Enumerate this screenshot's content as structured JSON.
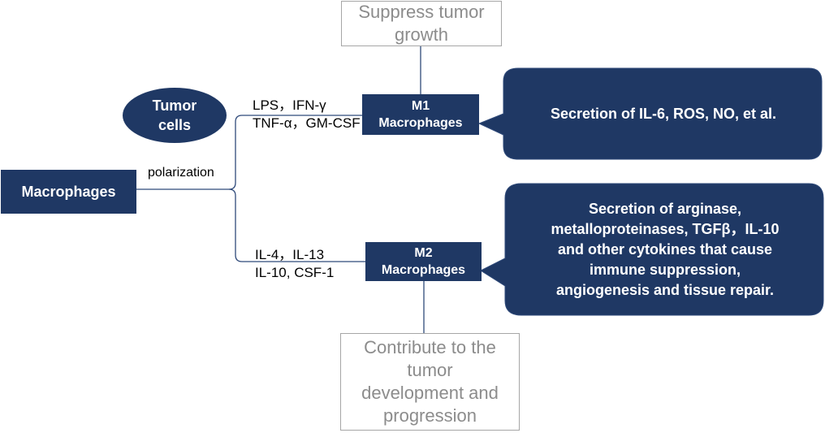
{
  "colors": {
    "dark_navy": "#1f3864",
    "outline_gray": "#a6a6a6",
    "muted_text": "#8c8c8c"
  },
  "nodes": {
    "macrophages": "Macrophages",
    "tumor_cells_line1": "Tumor",
    "tumor_cells_line2": "cells",
    "m1_line1": "M1",
    "m1_line2": "Macrophages",
    "m2_line1": "M2",
    "m2_line2": "Macrophages",
    "suppress_line1": "Suppress tumor",
    "suppress_line2": "growth",
    "contribute_line1": "Contribute to the",
    "contribute_line2": "tumor",
    "contribute_line3": "development and",
    "contribute_line4": "progression"
  },
  "labels": {
    "polarization": "polarization",
    "m1_stimuli_line1": "LPS，IFN-γ",
    "m1_stimuli_line2": "TNF-α，GM-CSF",
    "m2_stimuli_line1": "IL-4，IL-13",
    "m2_stimuli_line2": "IL-10, CSF-1"
  },
  "callouts": {
    "m1_secretion": "Secretion of IL-6, ROS, NO, et al.",
    "m2_line1": "Secretion of arginase,",
    "m2_line2": "metalloproteinases, TGFβ，IL-10",
    "m2_line3": "and other cytokines that cause",
    "m2_line4": "immune suppression,",
    "m2_line5": "angiogenesis and tissue repair."
  }
}
